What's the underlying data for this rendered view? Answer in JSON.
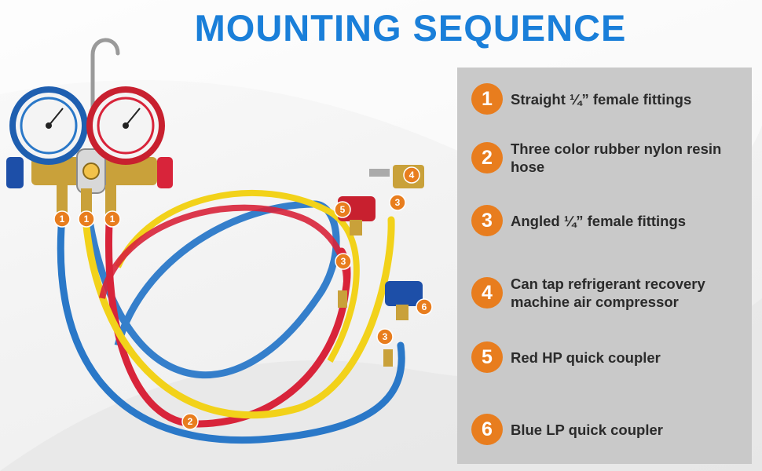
{
  "header": {
    "title": "MOUNTING SEQUENCE"
  },
  "steps": [
    {
      "number": "1",
      "label": "Straight ¼” female fittings"
    },
    {
      "number": "2",
      "label": "Three color rubber nylon resin hose"
    },
    {
      "number": "3",
      "label": "Angled ¼” female fittings"
    },
    {
      "number": "4",
      "label": "Can tap refrigerant recovery machine air compressor"
    },
    {
      "number": "5",
      "label": "Red HP quick coupler"
    },
    {
      "number": "6",
      "label": "Blue LP quick coupler"
    }
  ],
  "callouts": [
    "1",
    "1",
    "1",
    "2",
    "3",
    "3",
    "3",
    "4",
    "5",
    "6"
  ],
  "colors": {
    "title": "#1a7fd9",
    "badge": "#e87d1e",
    "panel": "#c9c9c9",
    "hose_blue": "#2a78c8",
    "hose_red": "#d8243a",
    "hose_yellow": "#f2d21a",
    "brass": "#c9a13a"
  },
  "icons": [
    "manifold-gauge-illustration",
    "blue-gauge-icon",
    "red-gauge-icon",
    "hook-icon"
  ]
}
